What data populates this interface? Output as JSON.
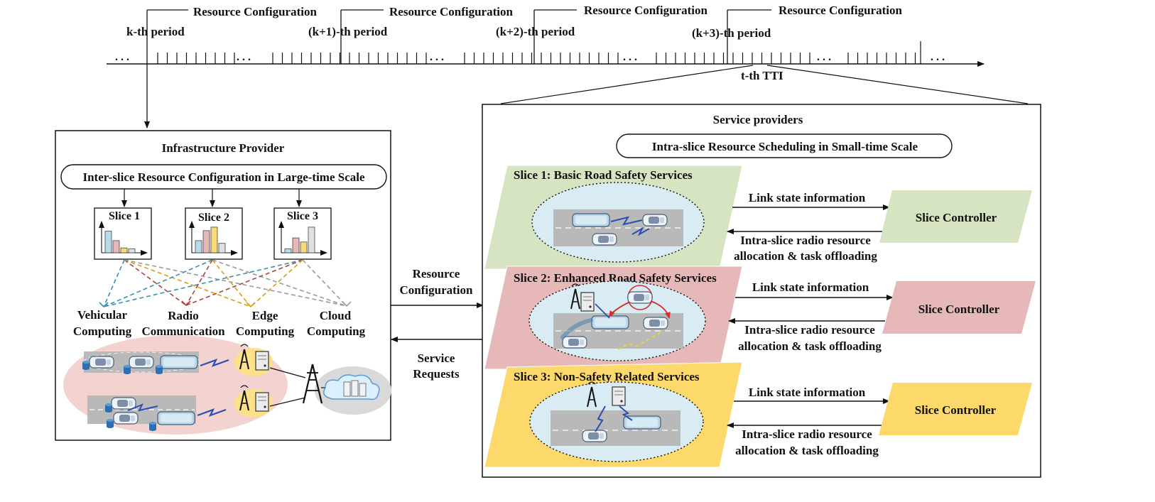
{
  "timeline": {
    "periods": [
      {
        "callout": "Resource Configuration",
        "label": "k-th period"
      },
      {
        "callout": "Resource Configuration",
        "label": "(k+1)-th period"
      },
      {
        "callout": "Resource Configuration",
        "label": "(k+2)-th period"
      },
      {
        "callout": "Resource Configuration",
        "label": "(k+3)-th period"
      }
    ],
    "ellipsis": ". . .",
    "tti_label": "t-th TTI"
  },
  "infrastructure": {
    "title": "Infrastructure Provider",
    "config_box": "Inter-slice Resource Configuration  in Large-time Scale",
    "slices": [
      {
        "label": "Slice 1",
        "bars": [
          0.8,
          0.45,
          0.18,
          0.15
        ],
        "colors": [
          "#b8dbe8",
          "#e8b8b8",
          "#f9d977",
          "#e0e0e0"
        ]
      },
      {
        "label": "Slice 2",
        "bars": [
          0.45,
          0.82,
          0.95,
          0.35
        ],
        "colors": [
          "#b8dbe8",
          "#e8b8b8",
          "#f9d977",
          "#e0e0e0"
        ]
      },
      {
        "label": "Slice 3",
        "bars": [
          0.15,
          0.55,
          0.4,
          0.95
        ],
        "colors": [
          "#b8dbe8",
          "#e8b8b8",
          "#f9d977",
          "#e0e0e0"
        ]
      }
    ],
    "resources": [
      {
        "line1": "Vehicular",
        "line2": "Computing"
      },
      {
        "line1": "Radio",
        "line2": "Communication"
      },
      {
        "line1": "Edge",
        "line2": "Computing"
      },
      {
        "line1": "Cloud",
        "line2": "Computing"
      }
    ]
  },
  "middle": {
    "config_line1": "Resource",
    "config_line2": "Configuration",
    "requests_line1": "Service",
    "requests_line2": "Requests"
  },
  "service": {
    "title": "Service providers",
    "scheduling_box": "Intra-slice Resource Scheduling in Small-time Scale",
    "slices": [
      {
        "name": "Slice 1: Basic Road Safety Services",
        "color": "#d6e4c1",
        "link_label": "Link state information",
        "back_line1": "Intra-slice radio resource",
        "back_line2": "allocation & task offloading",
        "controller": "Slice Controller"
      },
      {
        "name": "Slice 2: Enhanced Road Safety Services",
        "color": "#e6b9b8",
        "link_label": "Link state information",
        "back_line1": "Intra-slice radio resource",
        "back_line2": "allocation & task offloading",
        "controller": "Slice Controller"
      },
      {
        "name": "Slice 3: Non-Safety Related Services",
        "color": "#fdd86b",
        "link_label": "Link state information",
        "back_line1": "Intra-slice radio resource",
        "back_line2": "allocation & task offloading",
        "controller": "Slice Controller"
      }
    ]
  },
  "colors": {
    "dash_blue": "#3b8fb3",
    "dash_red": "#b0413e",
    "dash_gold": "#d4a017",
    "dash_gray": "#9a9a9a",
    "road": "#b9b9b9",
    "ellipse_fill": "#d9ecf3",
    "pink_cloud": "#f2d3d0",
    "gray_cloud": "#d9d9d9"
  }
}
